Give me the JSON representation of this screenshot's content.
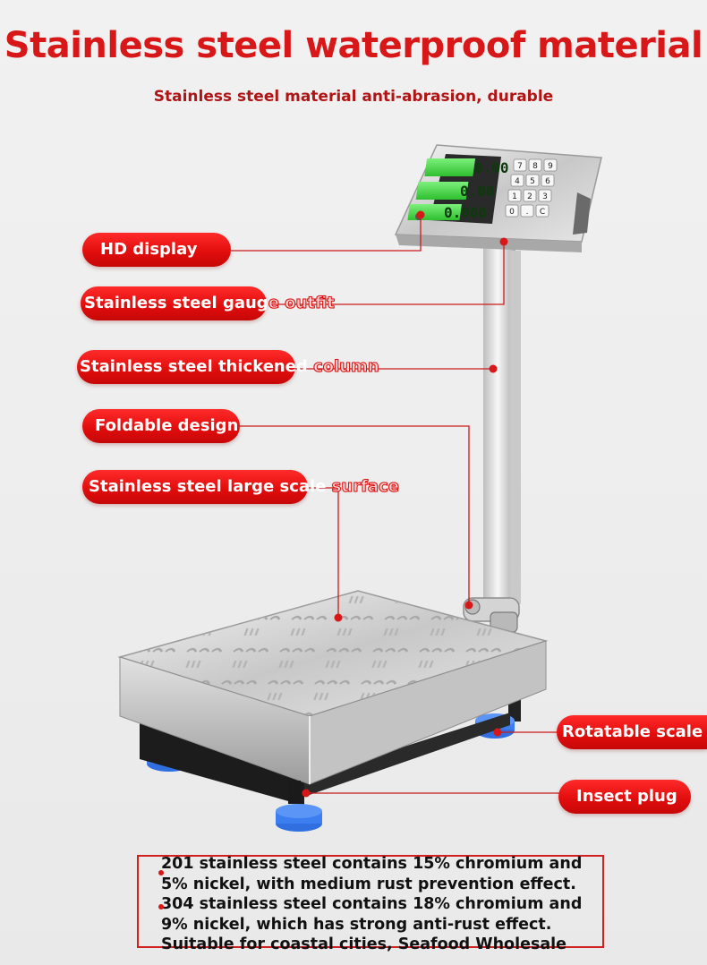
{
  "header": {
    "title": "Stainless steel waterproof material",
    "subtitle": "Stainless steel material anti-abrasion, durable"
  },
  "labels": {
    "hd_display": "HD display",
    "gauge_outfit_a": "Stainless steel gaug",
    "gauge_outfit_b": "e outfit",
    "column_a": "Stainless steel thickened",
    "column_b": " column",
    "foldable": "Foldable design",
    "surface_a": "Stainless steel large scale",
    "surface_b": " surface",
    "rotatable": "Rotatable scale f",
    "insect_plug": "Insect plug"
  },
  "display": {
    "readout_top": "0.00",
    "readout_mid": "0.00",
    "readout_bottom": "0.000",
    "keys": [
      "7",
      "8",
      "9",
      "4",
      "5",
      "6",
      "1",
      "2",
      "3",
      "0",
      ".",
      "C"
    ]
  },
  "note": {
    "text": "201 stainless steel contains 15% chromium and 5% nickel, with medium rust prevention effect. 304 stainless steel contains 18% chromium and 9% nickel, which has strong anti-rust effect. Suitable for coastal cities, Seafood Wholesale"
  },
  "colors": {
    "accent_red": "#e00c0c",
    "title_red": "#d81818",
    "lcd_green": "#3fd13f",
    "foot_blue": "#2f6fe0"
  }
}
